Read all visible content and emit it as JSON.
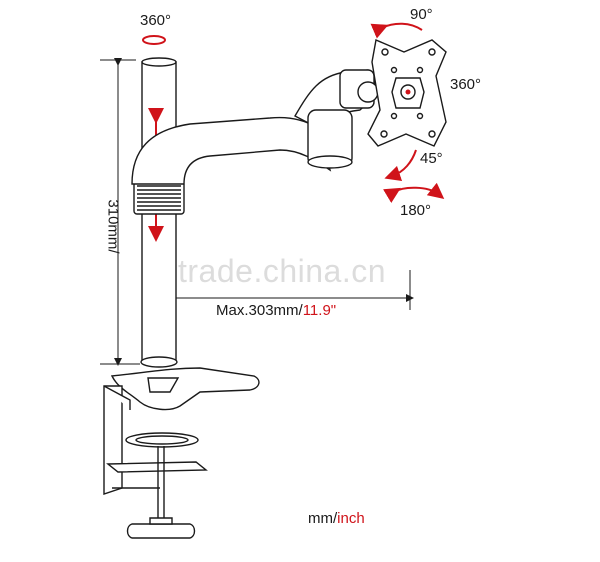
{
  "labels": {
    "rotate_top": "360°",
    "tilt_top": "90°",
    "rotate_plate": "360°",
    "tilt_side": "45°",
    "swivel": "180°",
    "height": "310mm/",
    "reach_prefix": "Max.303mm/",
    "reach_inch": "11.9\"",
    "units_mm": "mm/",
    "units_inch": "inch"
  },
  "watermark": "trade.china.cn",
  "colors": {
    "accent": "#d0131a",
    "line": "#1a1a1a",
    "watermark": "#dcdcdc"
  }
}
